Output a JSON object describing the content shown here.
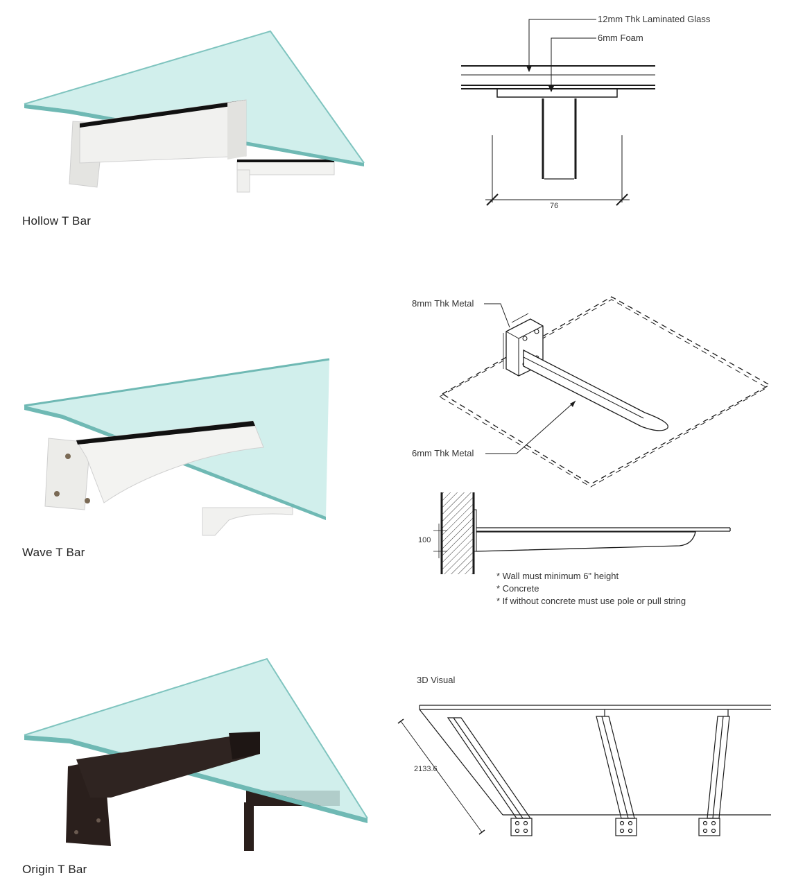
{
  "products": [
    {
      "caption": "Hollow T Bar",
      "drawing": {
        "label_glass": "12mm Thk Laminated Glass",
        "label_foam": "6mm Foam",
        "dimension": "76"
      }
    },
    {
      "caption": "Wave T Bar",
      "drawing": {
        "label_top_plate": "8mm Thk Metal",
        "label_arm": "6mm Thk Metal",
        "dimension": "100",
        "notes": [
          "* Wall must minimum 6\" height",
          "* Concrete",
          "* If without concrete must use pole or pull string"
        ]
      }
    },
    {
      "caption": "Origin T Bar",
      "drawing": {
        "title": "3D Visual",
        "dimension": "2133.6"
      }
    }
  ],
  "colors": {
    "glass_face": "#c9ece9",
    "glass_edge": "#6fb9b4",
    "bracket_white": "#f1f1ef",
    "bracket_black": "#2a1f1c",
    "line": "#1a1a1a"
  }
}
